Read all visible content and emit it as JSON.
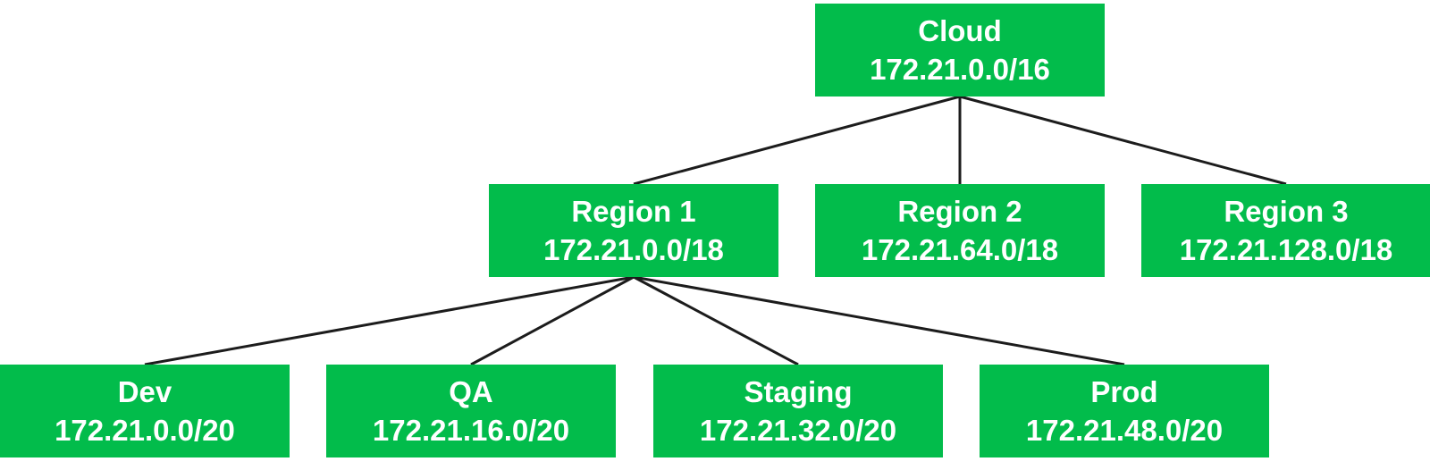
{
  "nodes": {
    "cloud": {
      "label": "Cloud",
      "cidr": "172.21.0.0/16"
    },
    "region1": {
      "label": "Region 1",
      "cidr": "172.21.0.0/18"
    },
    "region2": {
      "label": "Region 2",
      "cidr": "172.21.64.0/18"
    },
    "region3": {
      "label": "Region 3",
      "cidr": "172.21.128.0/18"
    },
    "dev": {
      "label": "Dev",
      "cidr": "172.21.0.0/20"
    },
    "qa": {
      "label": "QA",
      "cidr": "172.21.16.0/20"
    },
    "staging": {
      "label": "Staging",
      "cidr": "172.21.32.0/20"
    },
    "prod": {
      "label": "Prod",
      "cidr": "172.21.48.0/20"
    }
  },
  "edges": [
    [
      "cloud",
      "region1"
    ],
    [
      "cloud",
      "region2"
    ],
    [
      "cloud",
      "region3"
    ],
    [
      "region1",
      "dev"
    ],
    [
      "region1",
      "qa"
    ],
    [
      "region1",
      "staging"
    ],
    [
      "region1",
      "prod"
    ]
  ],
  "colors": {
    "node_fill": "#02bc4b",
    "node_text": "#ffffff",
    "connector": "#1c1c1c"
  }
}
